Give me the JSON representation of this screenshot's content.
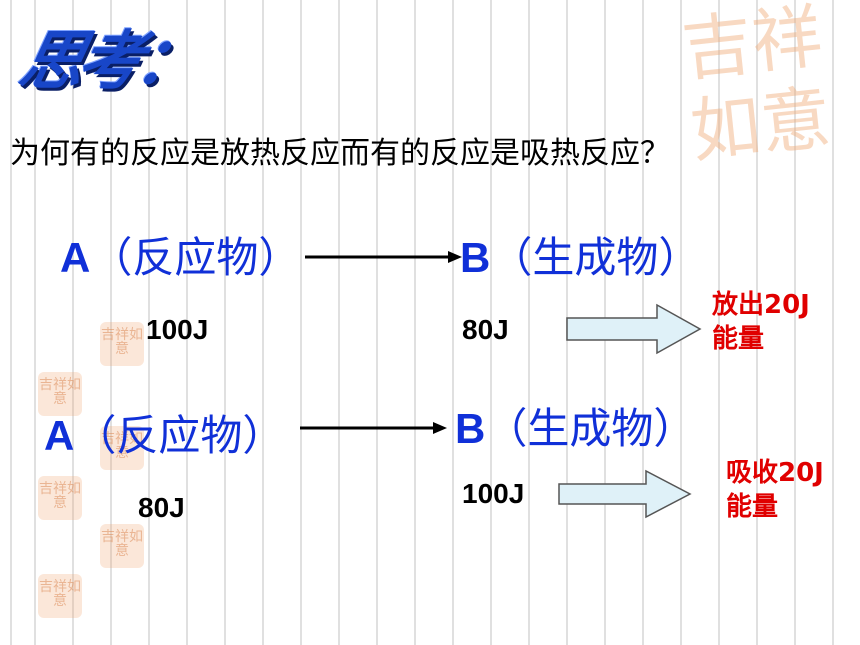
{
  "title": "思考：",
  "question": "为何有的反应是放热反应而有的反应是吸热反应？",
  "decoration": {
    "seal_large": "吉祥如意",
    "seal_small": "吉祥如意"
  },
  "rows": [
    {
      "reactant": {
        "letter": "A",
        "label": "（反应物）"
      },
      "product": {
        "letter": "B",
        "label": "（生成物）"
      },
      "reactant_energy": "100J",
      "product_energy": "80J",
      "result_line1": "放出20J",
      "result_line2": "能量"
    },
    {
      "reactant": {
        "letter": "A",
        "label": "（反应物）"
      },
      "product": {
        "letter": "B",
        "label": "（生成物）"
      },
      "reactant_energy": "80J",
      "product_energy": "100J",
      "result_line1": "吸收20J",
      "result_line2": "能量"
    }
  ],
  "colors": {
    "title": "#1846c8",
    "main_text": "#1030d8",
    "highlight": "#e00000",
    "block_arrow_fill": "#dff1f8"
  }
}
